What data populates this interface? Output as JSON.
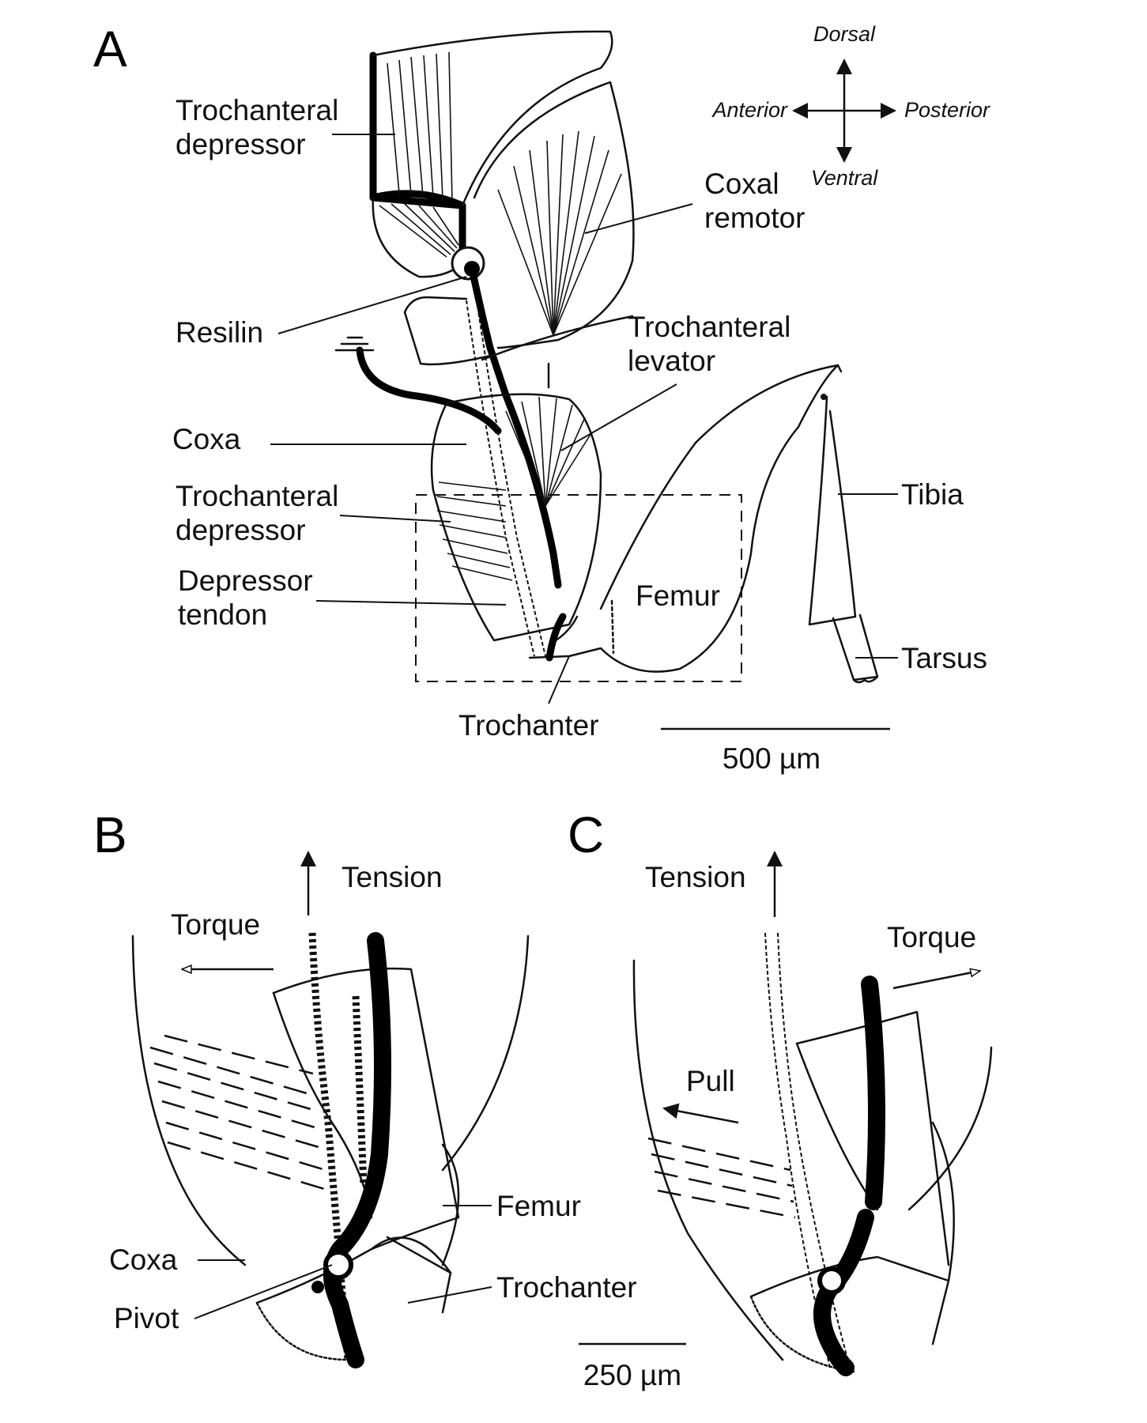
{
  "panels": {
    "a": "A",
    "b": "B",
    "c": "C"
  },
  "orientation": {
    "dorsal": "Dorsal",
    "ventral": "Ventral",
    "anterior": "Anterior",
    "posterior": "Posterior"
  },
  "panel_a": {
    "trochanteral_depressor_top": [
      "Trochanteral",
      "depressor"
    ],
    "coxal_remotor": [
      "Coxal",
      "remotor"
    ],
    "resilin": "Resilin",
    "trochanteral_levator": [
      "Trochanteral",
      "levator"
    ],
    "coxa": "Coxa",
    "trochanteral_depressor_mid": [
      "Trochanteral",
      "depressor"
    ],
    "depressor_tendon": [
      "Depressor",
      "tendon"
    ],
    "femur": "Femur",
    "tibia": "Tibia",
    "tarsus": "Tarsus",
    "trochanter": "Trochanter",
    "scale_bar": "500 µm"
  },
  "panel_b": {
    "tension": "Tension",
    "torque": "Torque",
    "femur": "Femur",
    "coxa": "Coxa",
    "pivot": "Pivot",
    "trochanter": "Trochanter"
  },
  "panel_c": {
    "tension": "Tension",
    "torque": "Torque",
    "pull": "Pull"
  },
  "scale_bar_bc": "250 µm"
}
